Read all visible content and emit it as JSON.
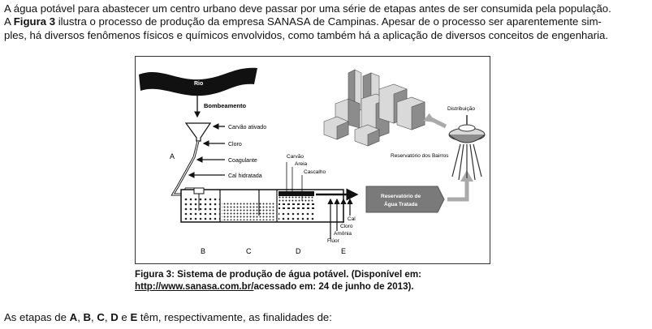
{
  "intro": {
    "line1": "A água potável para abastecer um centro urbano deve passar por uma série de etapas antes de ser consumida pela população.",
    "line2_pre": "A ",
    "line2_bold": "Figura 3",
    "line2_post": " ilustra o processo de produção da empresa SANASA de Campinas. Apesar de o processo ser aparentemente sim-",
    "line3": "ples, há diversos fenômenos físicos e químicos envolvidos, como também há a aplicação de diversos conceitos de engenharia."
  },
  "figure": {
    "rio": "Rio",
    "bombeamento": "Bombeamento",
    "carvao_ativado": "Carvão ativado",
    "cloro": "Cloro",
    "coagulante": "Coagulante",
    "cal_hidratada": "Cal hidratada",
    "stage_a": "A",
    "stage_b": "B",
    "stage_c": "C",
    "stage_d": "D",
    "stage_e": "E",
    "carvao": "Carvão",
    "areia": "Areia",
    "cascalho": "Cascalho",
    "cal": "Cal",
    "cloro_e": "Cloro",
    "amonia": "Amônia",
    "fluor": "Flúor",
    "reservatorio_line1": "Reservatório de",
    "reservatorio_line2": "Água Tratada",
    "distribuicao": "Distribuição",
    "reservatorio_bairros": "Reservatório dos Bairros"
  },
  "caption": {
    "text1": "Figura 3: Sistema de produção de água potável. (Disponível em:",
    "link": "http://www.sanasa.com.br/",
    "text2": "acessado em: 24 de junho de 2013)."
  },
  "question": {
    "pre": "As etapas de ",
    "a": "A",
    "sep1": ", ",
    "b": "B",
    "sep2": ", ",
    "c": "C",
    "sep3": ", ",
    "d": "D",
    "sep4": " e ",
    "e": "E",
    "post": " têm, respectivamente, as finalidades de:"
  },
  "colors": {
    "text": "#111111",
    "reservoir_fill": "#7a7a7a",
    "building_light": "#d9d9d9",
    "building_dark": "#8c8c8c"
  }
}
